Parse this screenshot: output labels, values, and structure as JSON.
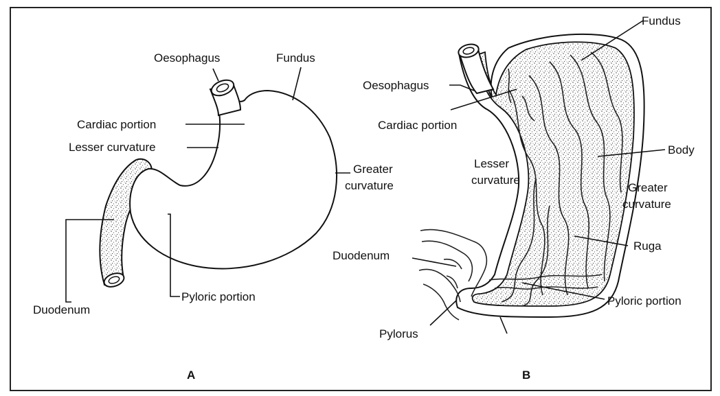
{
  "diagram_a": {
    "caption": "A",
    "labels": {
      "oesophagus": "Oesophagus",
      "fundus": "Fundus",
      "cardiac": "Cardiac portion",
      "lesser": "Lesser curvature",
      "greater_1": "Greater",
      "greater_2": "curvature",
      "duodenum": "Duodenum",
      "pyloric": "Pyloric portion"
    }
  },
  "diagram_b": {
    "caption": "B",
    "labels": {
      "fundus": "Fundus",
      "oesophagus": "Oesophagus",
      "cardiac": "Cardiac portion",
      "lesser_1": "Lesser",
      "lesser_2": "curvature",
      "body": "Body",
      "greater_1": "Greater",
      "greater_2": "curvature",
      "ruga": "Ruga",
      "duodenum": "Duodenum",
      "pyloric": "Pyloric portion",
      "pylorus": "Pylorus"
    }
  }
}
